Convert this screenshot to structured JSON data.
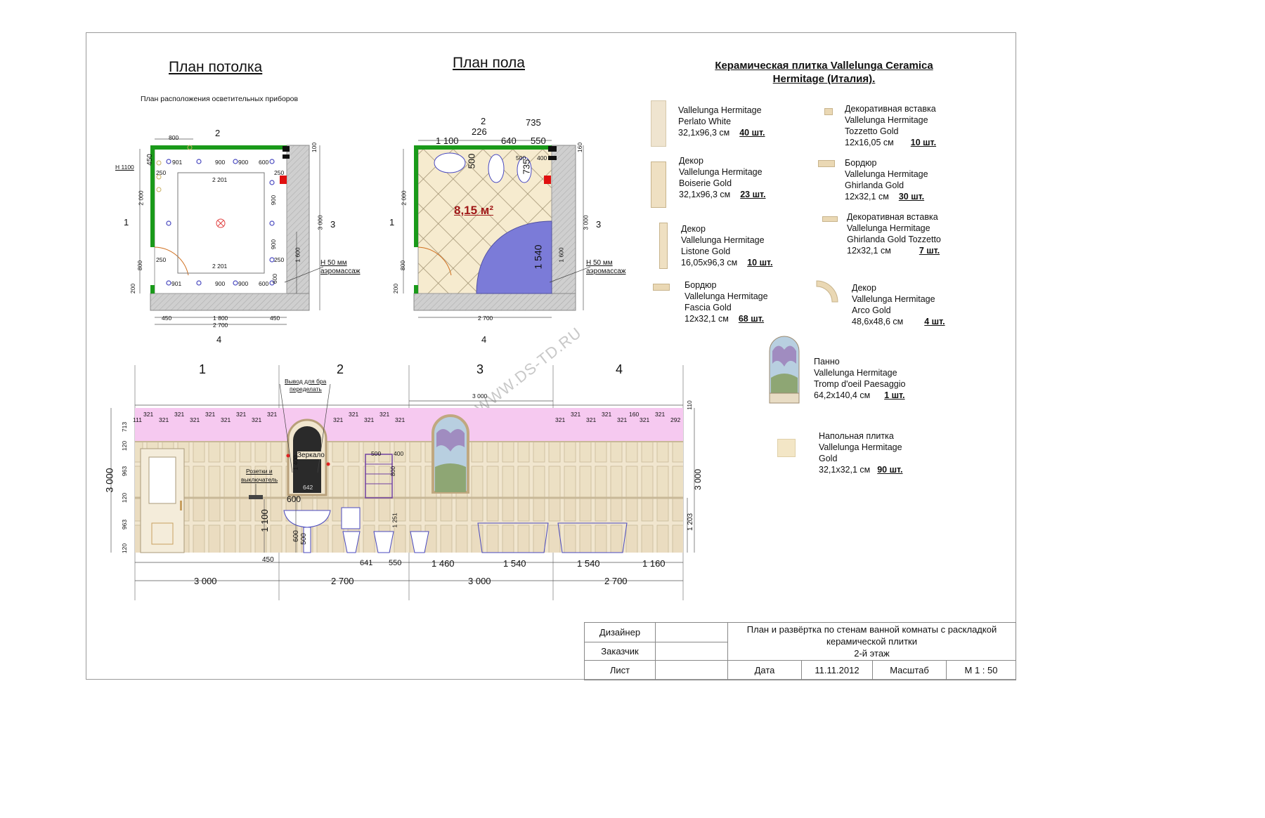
{
  "ceiling_plan": {
    "title": "План потолка",
    "subtitle": "План расположения осветительных приборов",
    "dims": {
      "top_800": "800",
      "h1100": "H 1100",
      "d450": "450",
      "d250a": "250",
      "d2000": "2 000",
      "d800": "800",
      "d200": "200",
      "d901a": "901",
      "d900a": "900",
      "d900b": "900",
      "d600a": "600",
      "d250b": "250",
      "d2201a": "2 201",
      "d900c": "900",
      "d900d": "900",
      "d250c": "250",
      "d250d": "250",
      "d2201b": "2 201",
      "d901b": "901",
      "d900e": "900",
      "d900f": "900",
      "d600b": "600",
      "d100": "100",
      "d3000": "3 000",
      "d1600": "1 600",
      "d450b": "450",
      "d1800": "1 800",
      "d450c": "450",
      "d2700": "2 700",
      "d600c": "600"
    },
    "wall_labels": {
      "w1": "1",
      "w2": "2",
      "w3": "3",
      "w4": "4"
    },
    "note_h50": "H 50 мм",
    "note_aero": "аэромассаж"
  },
  "floor_plan": {
    "title": "План пола",
    "area": "8,15 м²",
    "dims": {
      "d226": "226",
      "d735a": "735",
      "d1100": "1 100",
      "d640": "640",
      "d550": "550",
      "d500a": "500",
      "d500b": "500",
      "d400": "400",
      "d735b": "735",
      "d160": "160",
      "d2000": "2 000",
      "d800": "800",
      "d200": "200",
      "d3000": "3 000",
      "d1540": "1 540",
      "d1600": "1 600",
      "d2700": "2 700"
    },
    "wall_labels": {
      "w1": "1",
      "w2": "2",
      "w3": "3",
      "w4": "4"
    },
    "note_h50": "H 50 мм",
    "note_aero": "аэромассаж"
  },
  "catalog": {
    "title_line1": "Керамическая плитка Vallelunga Ceramica",
    "title_line2": "Hermitage (Италия).",
    "items": [
      {
        "lines": [
          "Vallelunga Hermitage",
          "Perlato White",
          "32,1х96,3 см"
        ],
        "count": "40 шт.",
        "color": "#efe4cf"
      },
      {
        "lines": [
          "Декор",
          "Vallelunga Hermitage",
          "Boiserie Gold",
          "32,1х96,3 см"
        ],
        "count": "23 шт.",
        "color": "#efe0c2"
      },
      {
        "lines": [
          "Декор",
          "Vallelunga Hermitage",
          "Listone Gold",
          "16,05х96,3 см"
        ],
        "count": "10 шт.",
        "color": "#efe0c2"
      },
      {
        "lines": [
          "Бордюр",
          "Vallelunga Hermitage",
          "Fascia Gold",
          "12х32,1 см"
        ],
        "count": "68 шт.",
        "color": "#ead8b4"
      },
      {
        "lines": [
          "Декоративная вставка",
          "Vallelunga Hermitage",
          "Tozzetto Gold",
          "12х16,05 см"
        ],
        "count": "10 шт.",
        "color": "#ead8b4"
      },
      {
        "lines": [
          "Бордюр",
          "Vallelunga Hermitage",
          "Ghirlanda Gold",
          "12х32,1 см"
        ],
        "count": "30 шт.",
        "color": "#ead8b4"
      },
      {
        "lines": [
          "Декоративная вставка",
          "Vallelunga Hermitage",
          "Ghirlanda Gold Tozzetto",
          "12х32,1 см"
        ],
        "count": "7 шт.",
        "color": "#ead8b4"
      },
      {
        "lines": [
          "Декор",
          "Vallelunga Hermitage",
          "Arco Gold",
          "48,6х48,6 см"
        ],
        "count": "4 шт.",
        "color": "#ead8b4"
      },
      {
        "lines": [
          "Панно",
          "Vallelunga Hermitage",
          "Tromp d'oeil Paesaggio",
          "64,2х140,4 см"
        ],
        "count": "1 шт.",
        "color": "#c9b9a0"
      },
      {
        "lines": [
          "Напольная плитка",
          "Vallelunga Hermitage",
          "Gold",
          "32,1х32,1 см"
        ],
        "count": "90 шт.",
        "color": "#f3e6c6"
      }
    ]
  },
  "elevation": {
    "wall_labels": {
      "w1": "1",
      "w2": "2",
      "w3": "3",
      "w4": "4"
    },
    "note_sconce_1": "Вывод для бра",
    "note_sconce_2": "переделать",
    "note_sockets_1": "Розетки и",
    "note_sockets_2": "выключатель",
    "mirror": "Зеркало",
    "d3000_top": "3 000",
    "row321": [
      "111",
      "321",
      "321",
      "321",
      "321",
      "321",
      "321",
      "321",
      "321",
      "321",
      "321",
      "321",
      "321",
      "321",
      "321",
      "321",
      "321",
      "321",
      "321",
      "321",
      "160",
      "321",
      "321",
      "292"
    ],
    "left_dims": [
      "713",
      "120",
      "963",
      "120",
      "963",
      "120"
    ],
    "d3000_left": "3 000",
    "d110": "110",
    "d3000_right": "3 000",
    "d1203": "1 203",
    "d1100": "1 100",
    "d600a": "600",
    "d642": "642",
    "d1400": "1 400",
    "d500a": "500",
    "d400": "400",
    "d800": "800",
    "d600b": "600",
    "d500b": "500",
    "d1251": "1 251",
    "d450": "450",
    "bottom_row": [
      "641",
      "550",
      "1 460",
      "1 540",
      "1 540",
      "1 160"
    ],
    "totals": [
      "3 000",
      "2 700",
      "3 000",
      "2 700"
    ]
  },
  "watermark": "WWW.DS-TD.RU",
  "stamp": {
    "designer": "Дизайнер",
    "client": "Заказчик",
    "sheet": "Лист",
    "title_1": "План и развёртка по стенам ванной комнаты с раскладкой",
    "title_2": "керамической плитки",
    "title_3": "2-й этаж",
    "date_label": "Дата",
    "date": "11.11.2012",
    "scale_label": "Масштаб",
    "scale": "М 1 : 50"
  },
  "colors": {
    "wall_green": "#1a9a1a",
    "hatch_gray": "#c8c8c8",
    "bath_blue": "#7b7bd8",
    "pink_band": "#f6c9f0",
    "tile_beige": "#f1e6cf",
    "area_red": "#a01818"
  }
}
